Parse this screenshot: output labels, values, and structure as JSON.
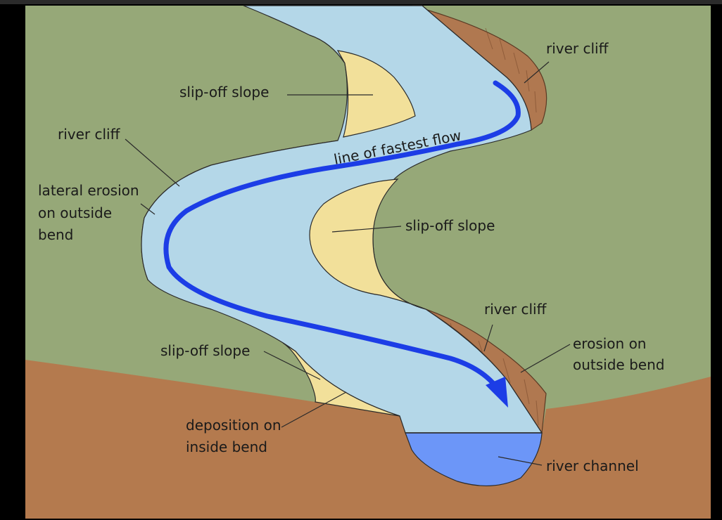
{
  "labels": {
    "river_cliff_top": "river cliff",
    "slip_off_top": "slip-off slope",
    "river_cliff_left": "river cliff",
    "lateral_erosion_1": "lateral erosion",
    "lateral_erosion_2": "on outside",
    "lateral_erosion_3": "bend",
    "fastest_flow": "line of fastest flow",
    "slip_off_middle": "slip-off slope",
    "river_cliff_right": "river cliff",
    "erosion_outside_1": "erosion on",
    "erosion_outside_2": "outside bend",
    "slip_off_bottom": "slip-off slope",
    "deposition_1": "deposition on",
    "deposition_2": "inside bend",
    "river_channel": "river channel"
  },
  "colors": {
    "land_green": "#96a878",
    "earth_brown": "#b47a4e",
    "cliff_brown": "#b07850",
    "water_light": "#b4d7e8",
    "water_deep": "#6c96f8",
    "deposit_yellow": "#f2e09a",
    "flow_arrow": "#1c3de6",
    "background": "#000000"
  }
}
